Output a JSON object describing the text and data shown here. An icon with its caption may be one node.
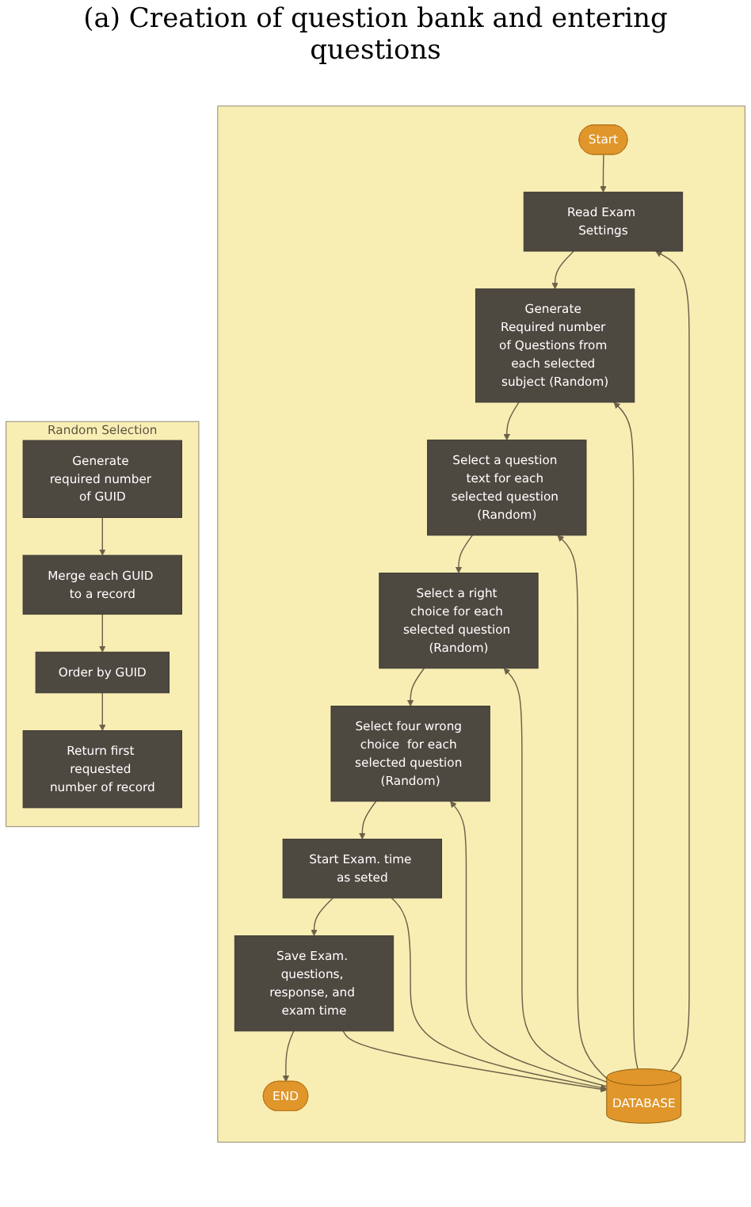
{
  "diagram": {
    "nodes": [
      {
        "text": [],
        "shape": "box"
      },
      {
        "text": [
          "Start"
        ],
        "in": 0
      },
      {
        "text": [
          "Read Exam Settings"
        ],
        "in": 0
      },
      {
        "text": [
          "Generate Required number of Questions from each selected subject (Random)"
        ],
        "in": 0
      },
      {
        "text": [
          "Select a question text for each selected question (Random)"
        ],
        "in": 0
      },
      {
        "text": [
          "Select a right choice for each selected question (Random)"
        ],
        "in": 0
      },
      {
        "text": [
          "Select four wrong choice  for each selected question (Random)"
        ],
        "in": 0
      },
      {
        "text": [
          "Start Exam. time as seted"
        ],
        "in": 0
      },
      {
        "text": [
          "Save Exam. questions, response, and exam time"
        ],
        "in": 0
      },
      {
        "text": [
          "END"
        ],
        "in": 0
      },
      {
        "text": [
          "DATABASE"
        ],
        "in": 0
      },
      {
        "text": [
          "Random Selection"
        ]
      },
      {
        "text": [
          "Generate required number of GUID"
        ],
        "in": 11
      },
      {
        "text": [
          "Merge each GUID to a record"
        ],
        "in": 11
      },
      {
        "text": [
          "Order by GUID"
        ],
        "in": 11
      },
      {
        "text": [
          "Return first requested number of record"
        ],
        "in": 11
      }
    ],
    "edges": [
      {
        "from": 1,
        "to": 2,
        "arrow": "to"
      },
      {
        "from": 2,
        "to": 3,
        "arrow": "to"
      },
      {
        "from": 3,
        "to": 4,
        "arrow": "to"
      },
      {
        "from": 4,
        "to": 5,
        "arrow": "to"
      },
      {
        "from": 5,
        "to": 6,
        "arrow": "to"
      },
      {
        "from": 6,
        "to": 7,
        "arrow": "to"
      },
      {
        "from": 7,
        "to": 8,
        "arrow": "to"
      },
      {
        "from": 8,
        "to": 9,
        "arrow": "to"
      },
      {
        "from": 10,
        "to": 2,
        "arrow": "to"
      },
      {
        "from": 10,
        "to": 3,
        "arrow": "to"
      },
      {
        "from": 10,
        "to": 4,
        "arrow": "to"
      },
      {
        "from": 10,
        "to": 5,
        "arrow": "to"
      },
      {
        "from": 10,
        "to": 6,
        "arrow": "to"
      },
      {
        "from": 7,
        "to": 10,
        "arrow": "to"
      },
      {
        "from": 8,
        "to": 10,
        "arrow": "to"
      },
      {
        "from": 12,
        "to": 13,
        "arrow": "to"
      },
      {
        "from": 13,
        "to": 14,
        "arrow": "to"
      },
      {
        "from": 14,
        "to": 15,
        "arrow": "to"
      }
    ],
    "labels": [
      "(a) Creation of question bank and entering questions"
    ]
  }
}
